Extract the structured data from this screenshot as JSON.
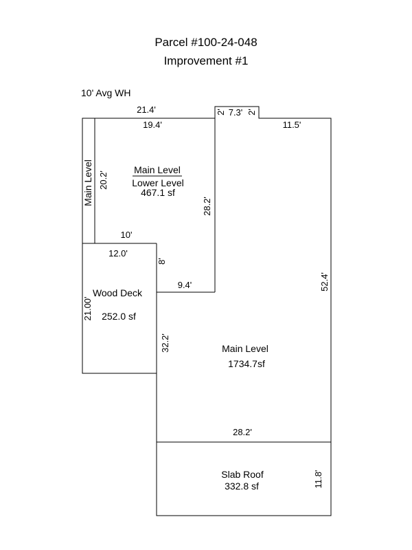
{
  "header": {
    "parcel": "Parcel #100-24-048",
    "improvement": "Improvement #1",
    "wall_height_note": "10' Avg WH"
  },
  "areas": {
    "upper_left": {
      "top_label": "Main Level",
      "bottom_label": "Lower Level",
      "area": "467.1 sf"
    },
    "strip": {
      "label": "Main Level"
    },
    "deck": {
      "name": "Wood Deck",
      "area": "252.0 sf"
    },
    "main": {
      "name": "Main Level",
      "area": "1734.7sf"
    },
    "slab": {
      "name": "Slab Roof",
      "area": "332.8 sf"
    }
  },
  "dimensions": {
    "top_overall": "21.4'",
    "top_inner": "19.4'",
    "bump_left": "2'",
    "bump_width": "7.3'",
    "bump_right": "2'",
    "top_right": "11.5'",
    "strip_height": "20.2'",
    "upper_right_side": "28.2'",
    "strip_bottom": "10'",
    "deck_top": "12.0'",
    "deck_side_right": "8'",
    "deck_side_left": "21.00'",
    "ledge": "9.4'",
    "right_side": "52.4'",
    "main_left": "32.2'",
    "main_bottom": "28.2'",
    "slab_side": "11.8'"
  }
}
